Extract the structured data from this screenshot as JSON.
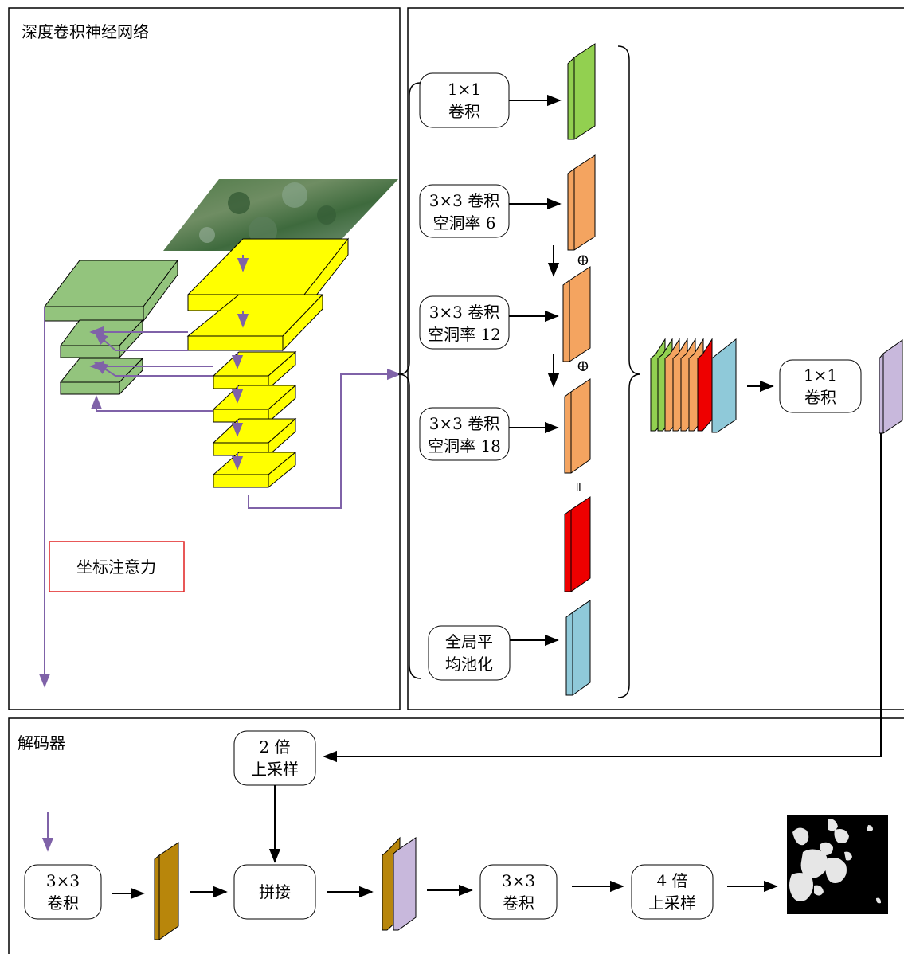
{
  "panels": {
    "encoder_title": "深度卷积神经网络",
    "decoder_title": "解码器"
  },
  "attention_label": "坐标注意力",
  "aspp": {
    "conv1x1": [
      "1×1",
      "卷积"
    ],
    "atrous6": [
      "3×3 卷积",
      "空洞率 6"
    ],
    "atrous12": [
      "3×3 卷积",
      "空洞率 12"
    ],
    "atrous18": [
      "3×3 卷积",
      "空洞率 18"
    ],
    "gap": [
      "全局平",
      "均池化"
    ],
    "plus_symbol": "⊕",
    "equals_symbol": "=",
    "out_conv": [
      "1×1",
      "卷积"
    ]
  },
  "decoder": {
    "upsample2": [
      "2 倍",
      "上采样"
    ],
    "conv3x3_in": [
      "3×3",
      "卷积"
    ],
    "concat": "拼接",
    "conv3x3_out": [
      "3×3",
      "卷积"
    ],
    "upsample4": [
      "4 倍",
      "上采样"
    ]
  },
  "colors": {
    "green_block": "#93c47d",
    "yellow_block": "#ffff00",
    "purple_arrow": "#7f62a8",
    "orange_map": "#f4a460",
    "red_map": "#ee0000",
    "blue_map": "#8fc9d9",
    "light_green_map": "#92d050",
    "lavender_map": "#c8b8dc",
    "gold_map": "#b8860b",
    "attention_border": "#e02020"
  }
}
